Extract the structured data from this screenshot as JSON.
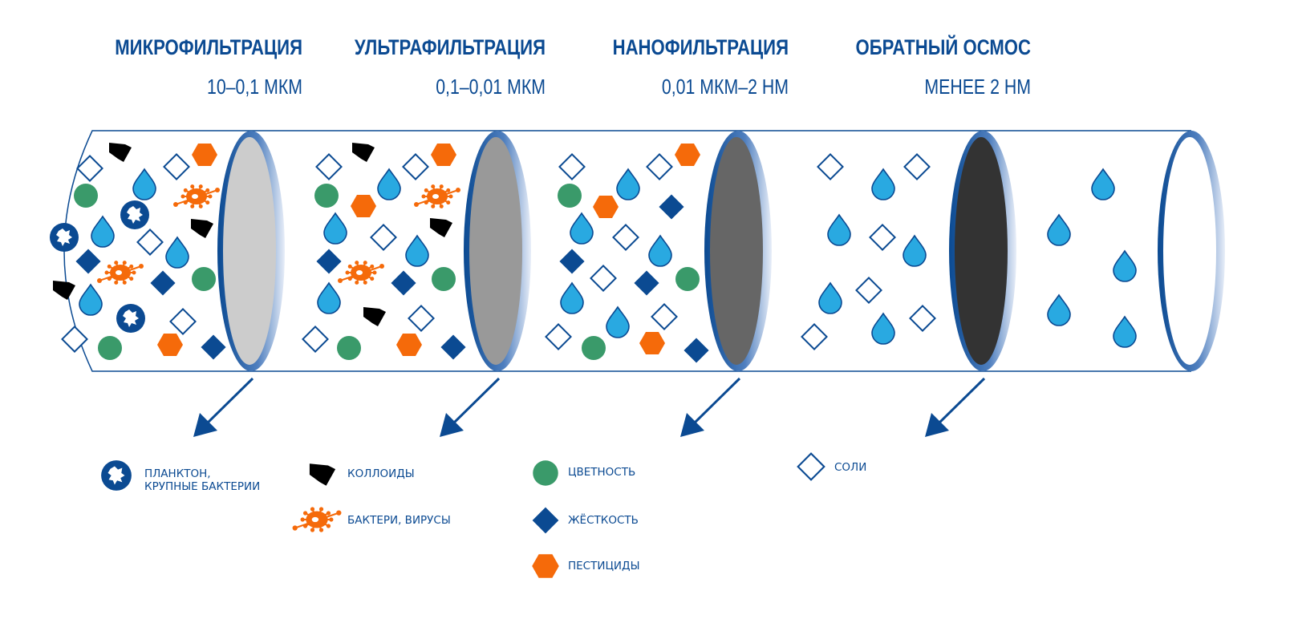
{
  "stages": [
    {
      "title": "МИКРОФИЛЬТРАЦИЯ",
      "range": "10–0,1 МКМ",
      "membrane_color": "#cccccc"
    },
    {
      "title": "УЛЬТРАФИЛЬТРАЦИЯ",
      "range": "0,1–0,01 МКМ",
      "membrane_color": "#999999"
    },
    {
      "title": "НАНОФИЛЬТРАЦИЯ",
      "range": "0,01 МКМ–2 НМ",
      "membrane_color": "#666666"
    },
    {
      "title": "ОБРАТНЫЙ ОСМОС",
      "range": "МЕНЕЕ 2 НМ",
      "membrane_color": "#333333"
    }
  ],
  "legend": {
    "plankton": {
      "line1": "ПЛАНКТОН,",
      "line2": "КРУПНЫЕ БАКТЕРИИ"
    },
    "colloids": "КОЛЛОИДЫ",
    "bacteria": "БАКТЕРИ, ВИРУСЫ",
    "color": "ЦВЕТНОСТЬ",
    "hardness": "ЖЁСТКОСТЬ",
    "pesticides": "ПЕСТИЦИДЫ",
    "salts": "СОЛИ"
  },
  "colors": {
    "brand": "#0b4a92",
    "water": "#29a9e1",
    "green": "#3a9a6a",
    "orange": "#f56a0a",
    "black": "#000000"
  }
}
